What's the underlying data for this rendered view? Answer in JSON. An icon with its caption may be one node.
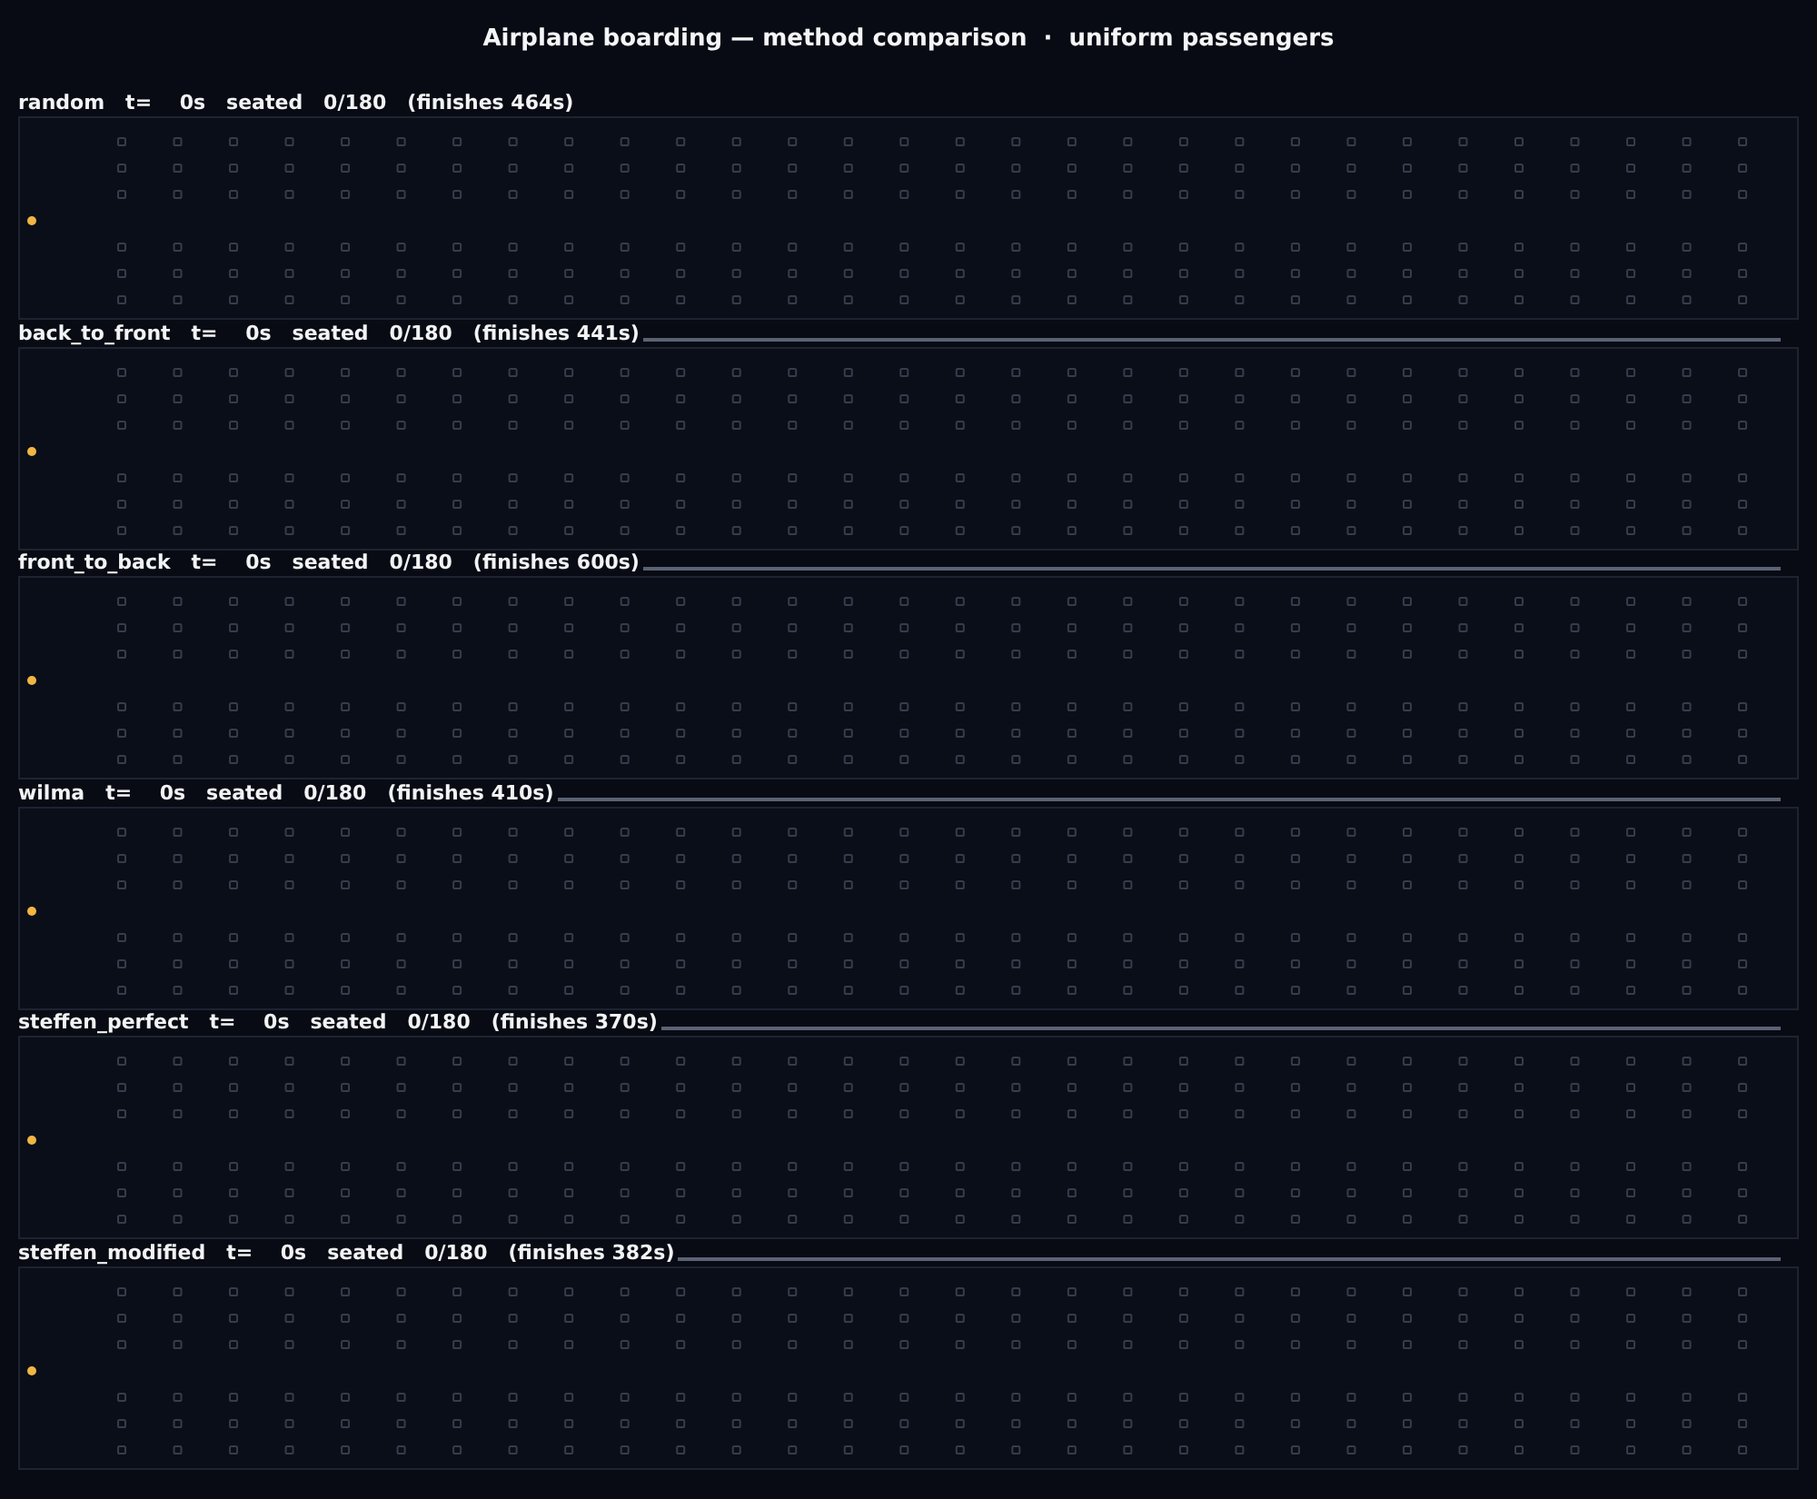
{
  "diagram": {
    "title": "Airplane boarding — method comparison  ·  uniform passengers",
    "nodes": [
      {
        "text": [
          "random   t=    0s   seated   0/180   (finishes 464s)"
        ]
      },
      {
        "text": [
          "back_to_front   t=    0s   seated   0/180   (finishes 441s)"
        ]
      },
      {
        "text": [
          "front_to_back   t=    0s   seated   0/180   (finishes 600s)"
        ]
      },
      {
        "text": [
          "wilma   t=    0s   seated   0/180   (finishes 410s)"
        ]
      },
      {
        "text": [
          "steffen_perfect   t=    0s   seated   0/180   (finishes 370s)"
        ]
      },
      {
        "text": [
          "steffen_modified   t=    0s   seated   0/180   (finishes 382s)"
        ]
      }
    ]
  }
}
